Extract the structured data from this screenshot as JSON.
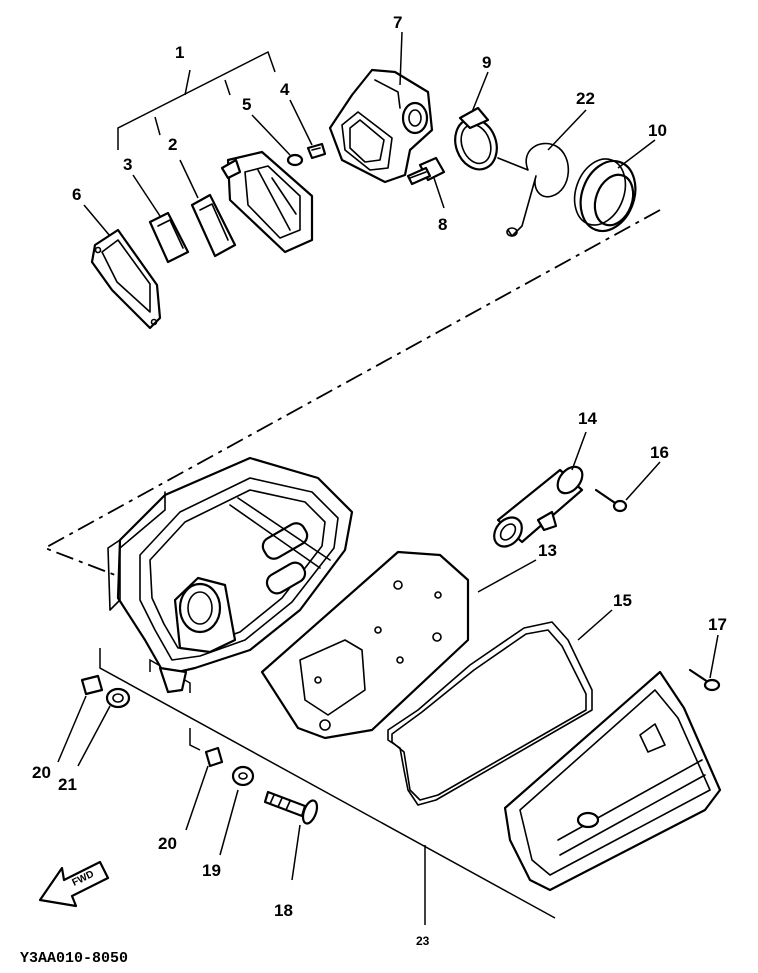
{
  "diagram": {
    "callouts": [
      "1",
      "2",
      "3",
      "4",
      "5",
      "6",
      "7",
      "8",
      "9",
      "10",
      "13",
      "14",
      "15",
      "16",
      "17",
      "18",
      "19",
      "20",
      "20",
      "21",
      "22",
      "23"
    ],
    "direction_mark": "FWD",
    "drawing_code": "Y3AA010-8050"
  }
}
